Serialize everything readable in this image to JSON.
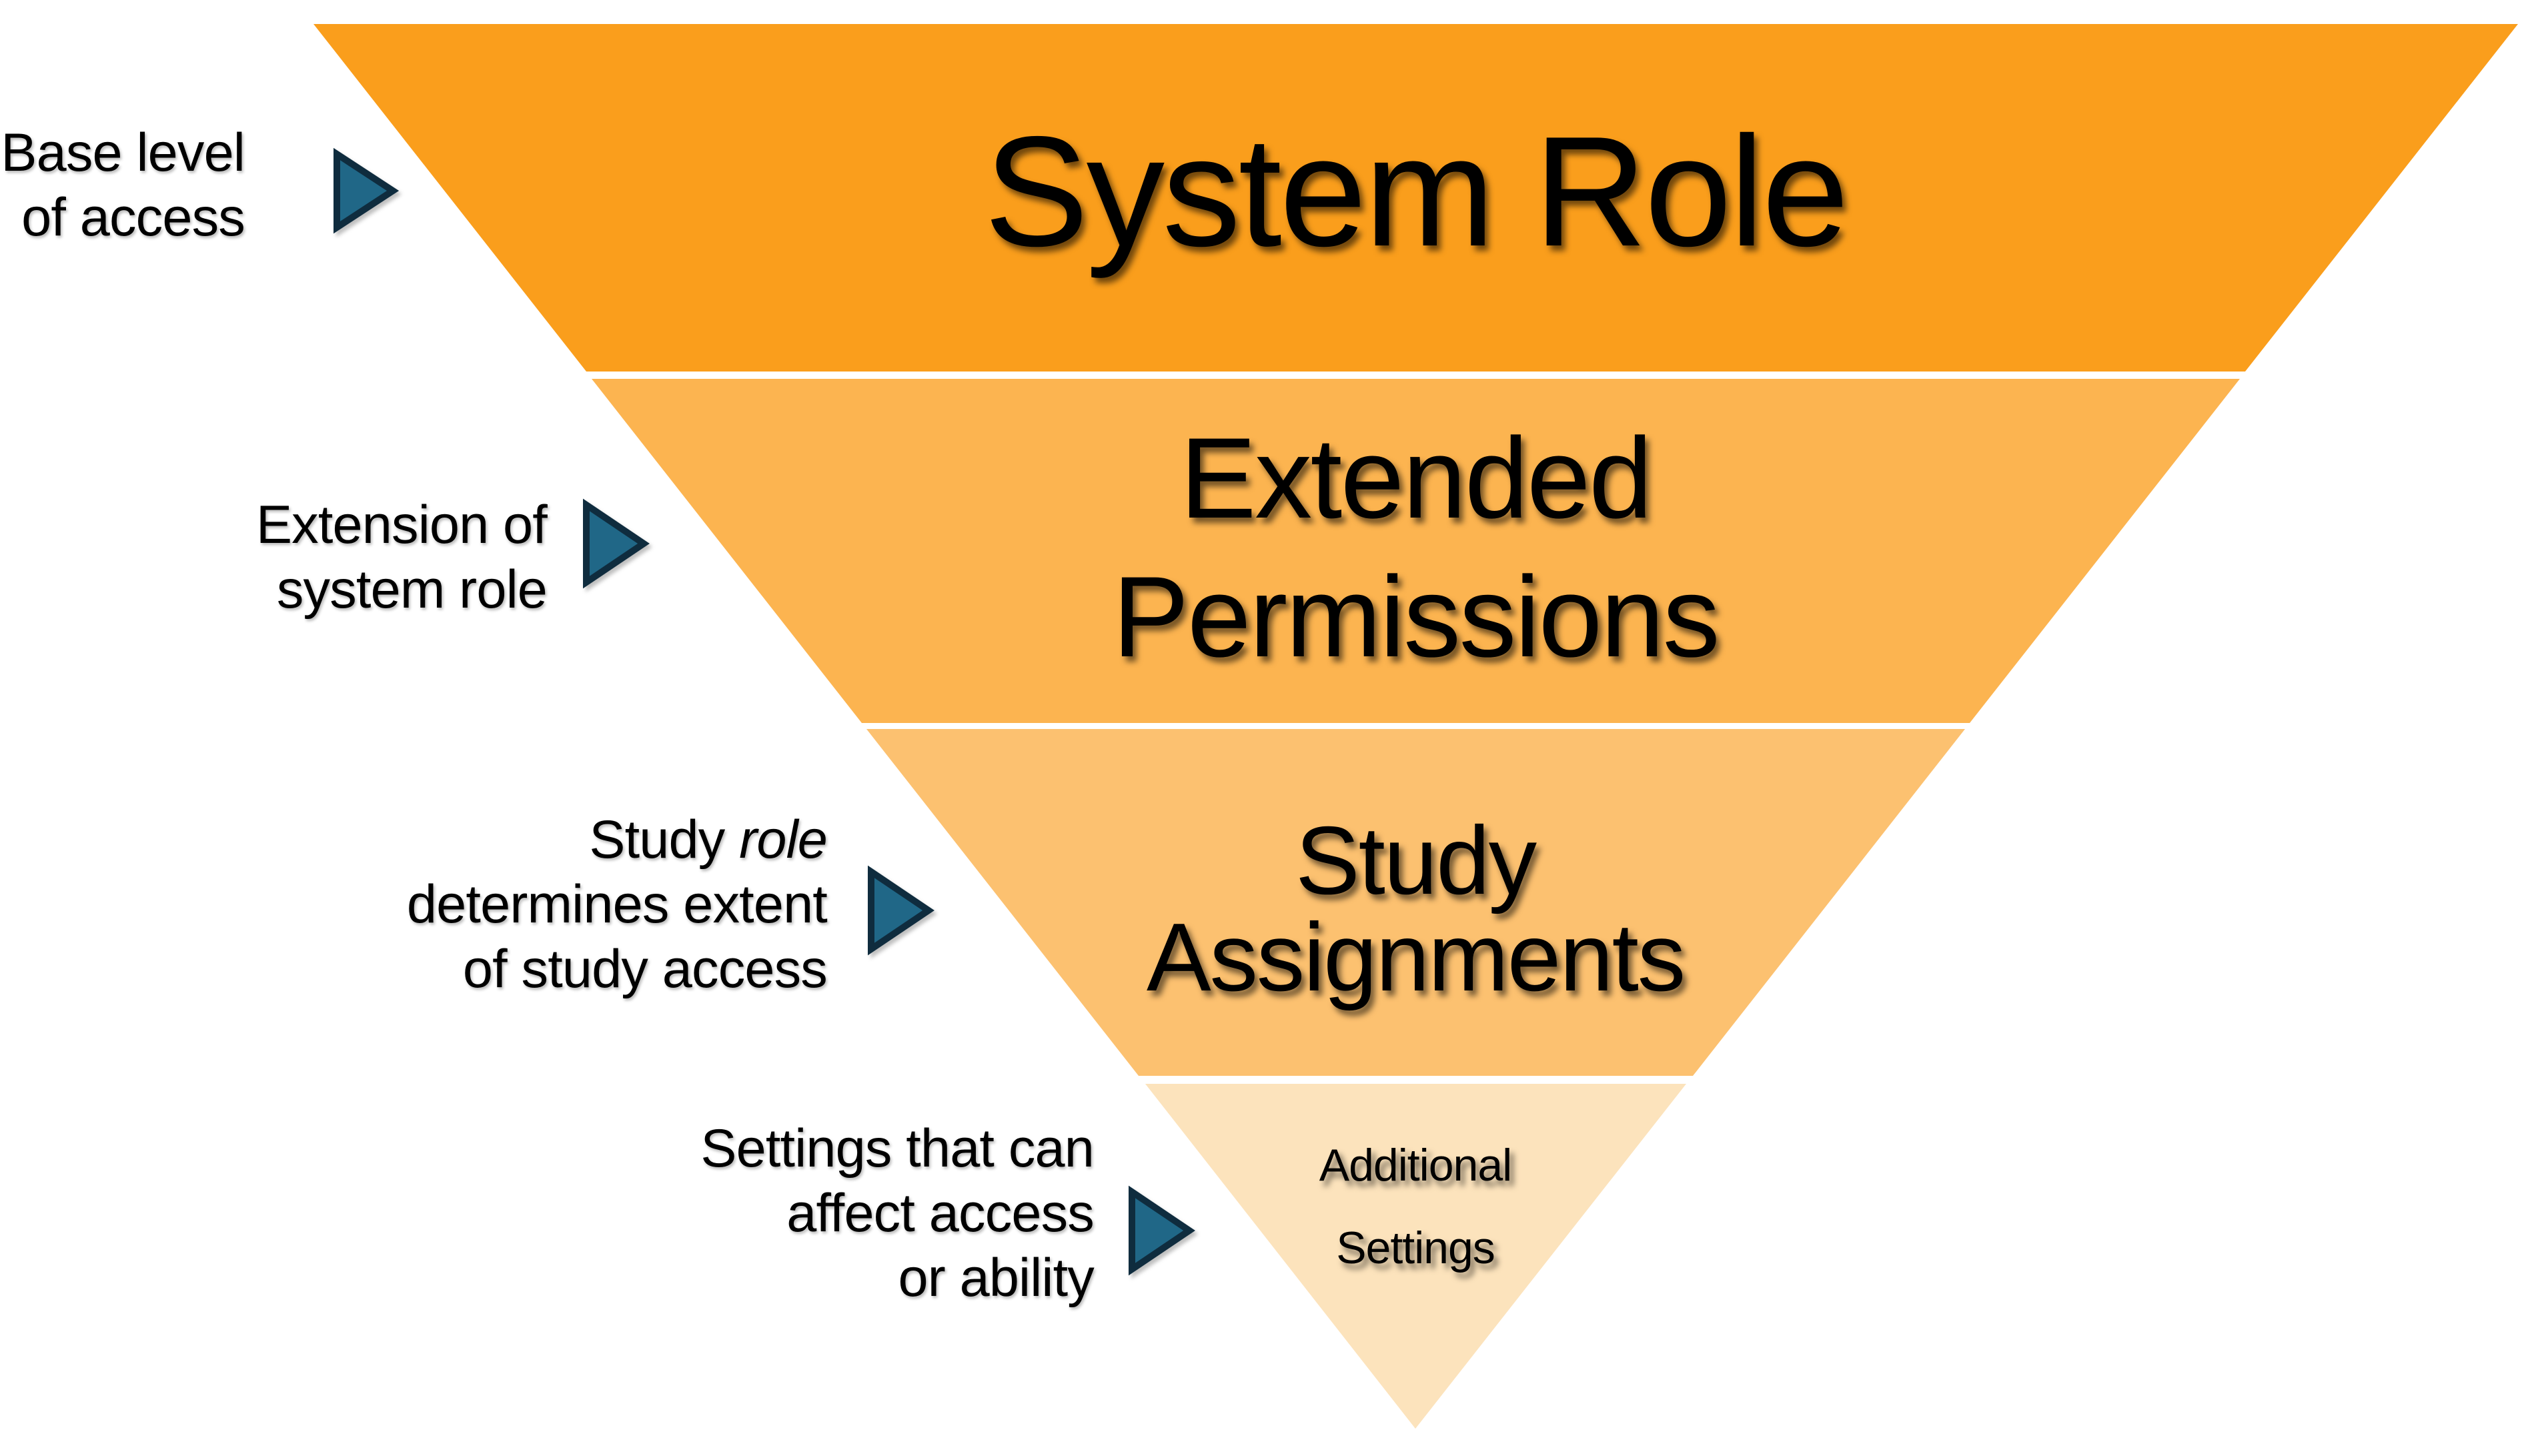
{
  "theme": {
    "page-bg": "#ffffff",
    "text-color": "#000000",
    "arrow-fill": "#206787",
    "arrow-stroke": "#0f2c3e"
  },
  "funnel": {
    "levels": [
      {
        "id": "system-role",
        "color": "#fa9e1c",
        "lines": [
          "System Role"
        ]
      },
      {
        "id": "extended-permissions",
        "color": "#fcb450",
        "lines": [
          "Extended",
          "Permissions"
        ]
      },
      {
        "id": "study-assignments",
        "color": "#fcc170",
        "lines": [
          "Study",
          "Assignments"
        ]
      },
      {
        "id": "additional-settings",
        "color": "#fce3bc",
        "lines": [
          "Additional",
          "Settings"
        ]
      }
    ]
  },
  "annotations": [
    {
      "lines": [
        "Base level",
        "of access"
      ]
    },
    {
      "lines": [
        "Extension of",
        "system role"
      ]
    },
    {
      "line1_prefix": "Study ",
      "line1_italic": "role",
      "lines": [
        "determines extent",
        "of study access"
      ]
    },
    {
      "lines": [
        "Settings that can",
        "affect access",
        "or ability"
      ]
    }
  ]
}
